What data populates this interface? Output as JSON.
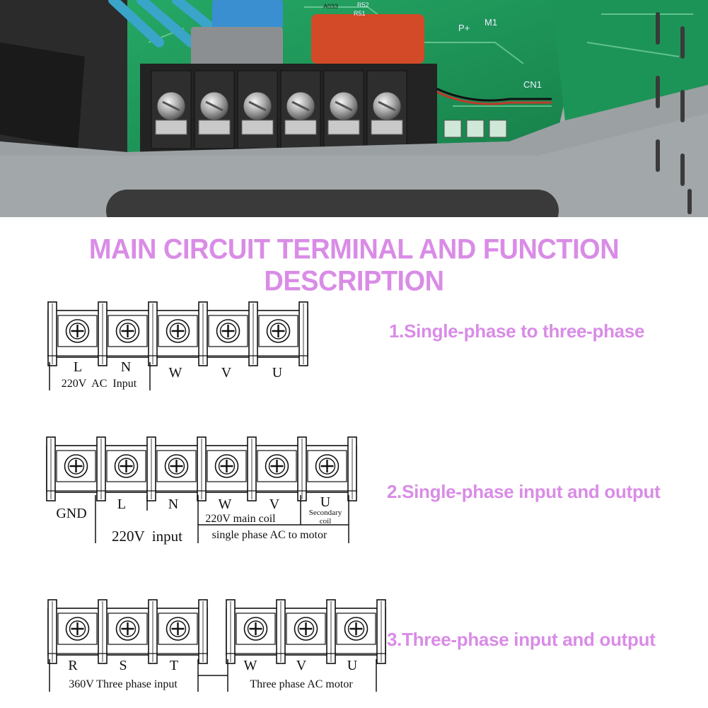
{
  "title": "MAIN CIRCUIT TERMINAL AND FUNCTION DESCRIPTION",
  "photo": {
    "board_labels": [
      "M1",
      "CN1",
      "P+",
      "R52",
      "R51",
      "A033"
    ]
  },
  "sections": [
    {
      "caption": "1.Single-phase to three-phase",
      "terminals": [
        "L",
        "N",
        "W",
        "V",
        "U"
      ],
      "group_labels": [
        "220V  AC  Input"
      ]
    },
    {
      "caption": "2.Single-phase input and output",
      "terminals": [
        "GND",
        "L",
        "N",
        "W",
        "V",
        "U"
      ],
      "sub_labels": [
        "220V main coil",
        "Secondary",
        "coil"
      ],
      "group_labels": [
        "220V  input",
        "single phase AC to motor"
      ]
    },
    {
      "caption": "3.Three-phase input and output",
      "terminals": [
        "R",
        "S",
        "T",
        "W",
        "V",
        "U"
      ],
      "group_labels": [
        "360V Three phase input",
        "Three phase AC motor"
      ]
    }
  ],
  "colors": {
    "accent": "#d98ce6",
    "line": "#111111",
    "pcb": "#1f9a5a",
    "housing": "#9ea3a6"
  }
}
